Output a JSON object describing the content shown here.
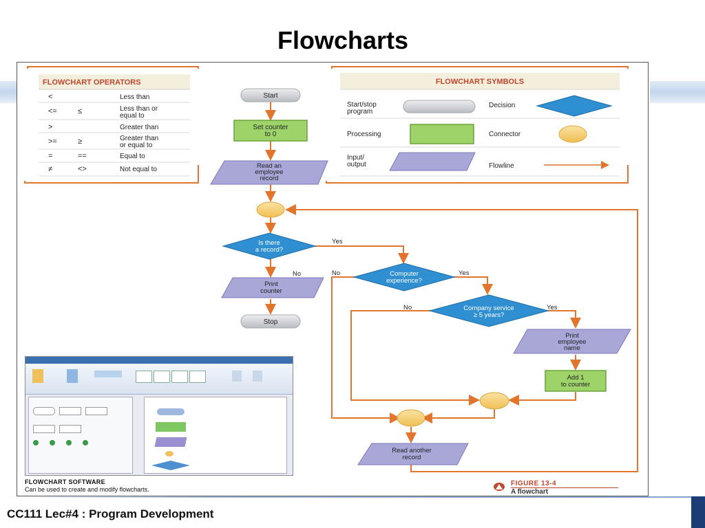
{
  "slide": {
    "title": "Flowcharts",
    "footer": "CC111 Lec#4 : Program Development"
  },
  "operators_table": {
    "header": "FLOWCHART OPERATORS",
    "rows": [
      {
        "symbols": "<",
        "alt": "",
        "meaning_lines": [
          "Less than"
        ]
      },
      {
        "symbols": "<=",
        "alt": "≤",
        "meaning_lines": [
          "Less than or",
          "equal to"
        ]
      },
      {
        "symbols": ">",
        "alt": "",
        "meaning_lines": [
          "Greater than"
        ]
      },
      {
        "symbols": ">=",
        "alt": "≥",
        "meaning_lines": [
          "Greater than",
          "or equal to"
        ]
      },
      {
        "symbols": "=",
        "alt": "==",
        "meaning_lines": [
          "Equal to"
        ]
      },
      {
        "symbols": "≠",
        "alt": "<>",
        "meaning_lines": [
          "Not equal to"
        ]
      }
    ]
  },
  "symbols_table": {
    "header": "FLOWCHART SYMBOLS",
    "items": {
      "start_stop": [
        "Start/stop",
        "program"
      ],
      "decision": "Decision",
      "processing": "Processing",
      "connector": "Connector",
      "input_output": [
        "Input/",
        "output"
      ],
      "flowline": "Flowline"
    }
  },
  "flowchart": {
    "start": "Start",
    "set_counter": [
      "Set counter",
      "to 0"
    ],
    "read_record": [
      "Read an",
      "employee",
      "record"
    ],
    "is_record": [
      "Is there",
      "a record?"
    ],
    "print_counter": [
      "Print",
      "counter"
    ],
    "stop": "Stop",
    "computer_exp": [
      "Computer",
      "experience?"
    ],
    "company_service": [
      "Company service",
      "≥ 5 years?"
    ],
    "print_name": [
      "Print",
      "employee",
      "name"
    ],
    "add_one": [
      "Add 1",
      "to counter"
    ],
    "read_another": [
      "Read another",
      "record"
    ],
    "yes_label": "Yes",
    "no_label": "No"
  },
  "software_caption": {
    "heading": "FLOWCHART SOFTWARE",
    "body": "Can be used to create and modify flowcharts."
  },
  "figure": {
    "label": "FIGURE 13-4",
    "caption": "A flowchart"
  },
  "colors": {
    "accent_orange": "#e2752e",
    "decision_blue": "#2f8fd1",
    "process_green": "#9ed36a",
    "io_purple": "#a9a6d8",
    "terminal_gray": "#cfd2d6",
    "connector_yellow": "#f7d27a",
    "table_header_bg": "#f4efdc",
    "header_text": "#c2452d"
  }
}
